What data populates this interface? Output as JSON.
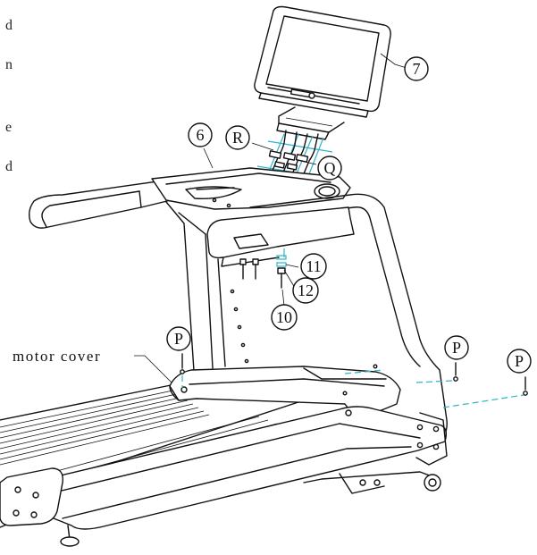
{
  "margin_text": [
    "d",
    "n",
    "e",
    "d"
  ],
  "callouts": {
    "c7": "7",
    "c6": "6",
    "cR": "R",
    "cQ": "Q",
    "c11": "11",
    "c12": "12",
    "c10": "10",
    "cP1": "P",
    "cP2": "P",
    "cP3": "P"
  },
  "motor_cover_label": "motor cover",
  "colors": {
    "line": "#111111",
    "guide": "#2fb3c8",
    "background": "#ffffff"
  }
}
